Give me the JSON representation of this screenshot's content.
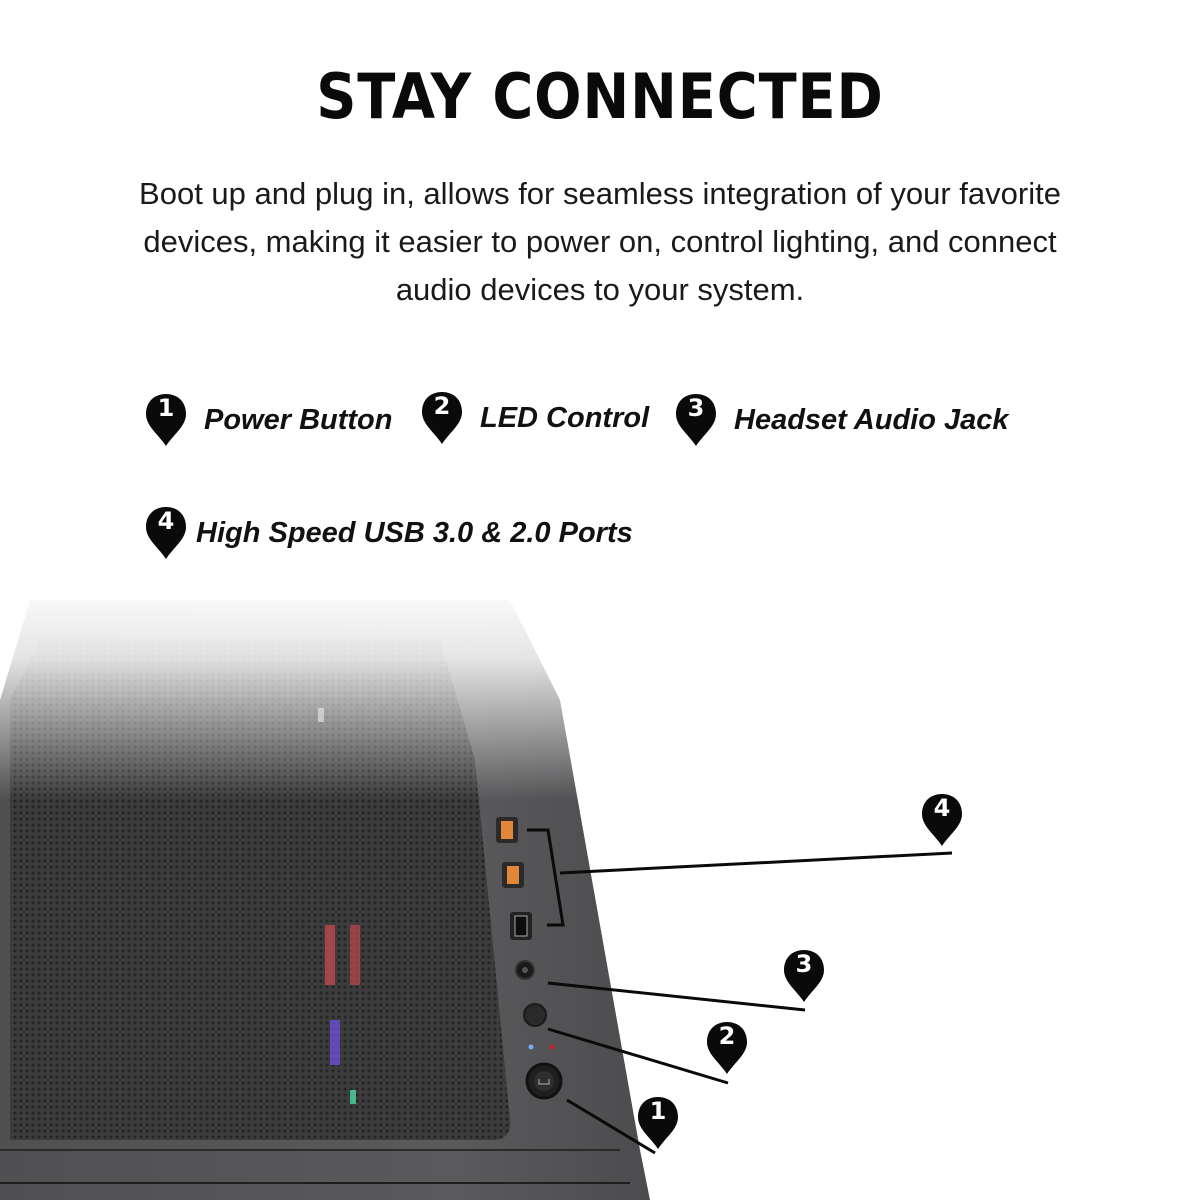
{
  "header": {
    "title": "STAY CONNECTED",
    "description": "Boot up and plug in, allows for seamless integration of your favorite devices, making it easier to power on, control lighting, and connect audio devices to your system."
  },
  "features": [
    {
      "number": "1",
      "label": "Power Button"
    },
    {
      "number": "2",
      "label": "LED Control"
    },
    {
      "number": "3",
      "label": "Headset Audio Jack"
    },
    {
      "number": "4",
      "label": "High Speed USB 3.0 & 2.0 Ports"
    }
  ],
  "callouts": [
    {
      "number": "4",
      "target": "usb-ports"
    },
    {
      "number": "3",
      "target": "audio-jack"
    },
    {
      "number": "2",
      "target": "led-control-button"
    },
    {
      "number": "1",
      "target": "power-button"
    }
  ],
  "colors": {
    "pin": "#0a0a0a",
    "case_body": "#4a4a4c",
    "mesh": "#3a3a3a",
    "usb3_accent": "#e0873a",
    "led_blue": "#7aa7ff",
    "led_red": "#c4202a"
  }
}
